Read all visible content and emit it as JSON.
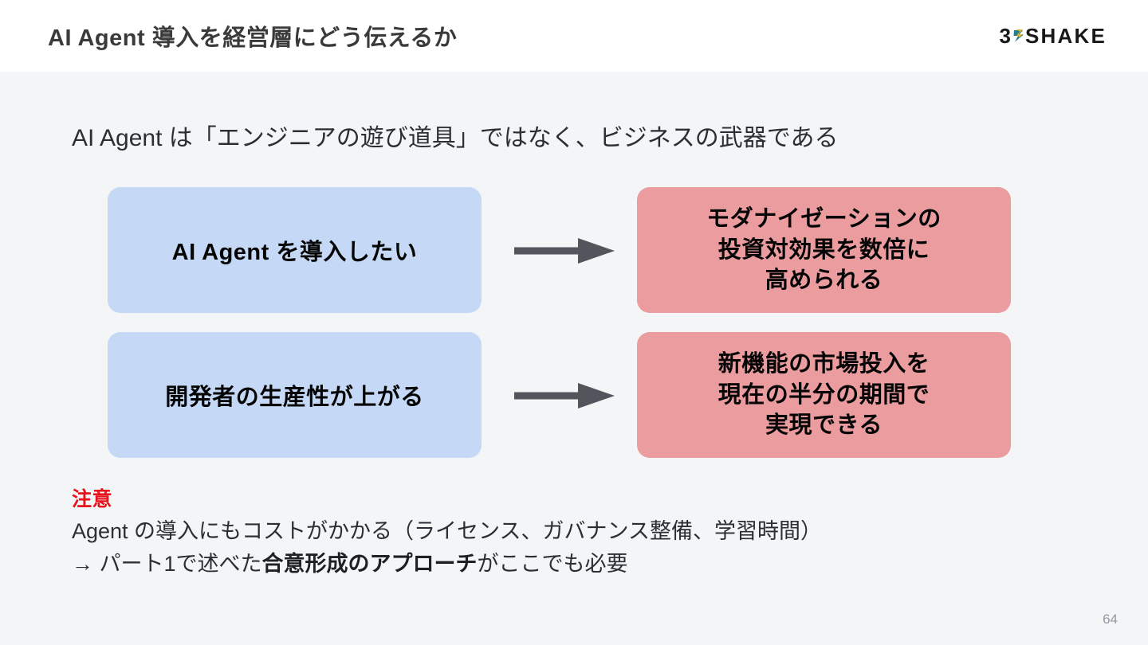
{
  "header": {
    "title": "AI Agent 導入を経営層にどう伝えるか",
    "logo": {
      "prefix": "3",
      "name": "SHAKE",
      "mark_colors": [
        "#f0b323",
        "#1f7f8c"
      ]
    },
    "background": "#ffffff"
  },
  "body": {
    "background": "#f4f5f7",
    "lead": "AI Agent は「エンジニアの遊び道具」ではなく、ビジネスの武器である"
  },
  "flow": {
    "arrow_color": "#53555c",
    "cause_color": "#c5d8f5",
    "effect_color": "#eb9c9f",
    "rows": [
      {
        "cause": "AI Agent を導入したい",
        "effect_lines": [
          "モダナイゼーションの",
          "投資対効果を数倍に",
          "高められる"
        ],
        "arrow": "right-arrow-icon"
      },
      {
        "cause": "開発者の生産性が上がる",
        "effect_lines": [
          "新機能の市場投入を",
          "現在の半分の期間で",
          "実現できる"
        ],
        "arrow": "right-arrow-icon"
      }
    ]
  },
  "note": {
    "label": "注意",
    "label_color": "#e8101a",
    "line1": "Agent の導入にもコストがかかる（ライセンス、ガバナンス整備、学習時間）",
    "line2_prefix": "→ パート1で述べた",
    "line2_bold": "合意形成のアプローチ",
    "line2_suffix": "がここでも必要"
  },
  "footer": {
    "page_number": "64"
  }
}
